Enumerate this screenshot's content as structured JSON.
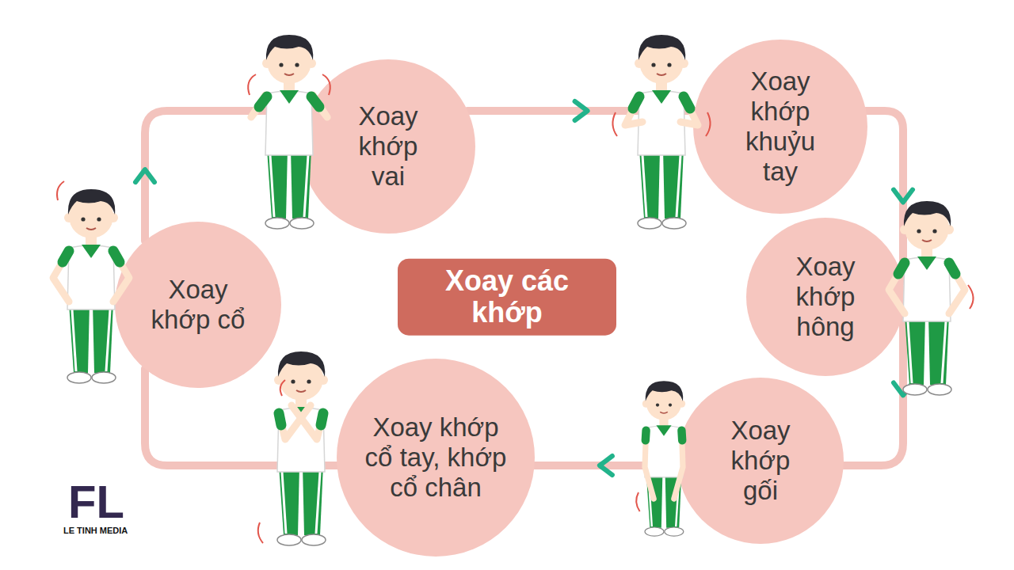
{
  "diagram": {
    "title": "Xoay các khớp",
    "nodes": [
      {
        "text": [
          "Xoay khớp vai"
        ]
      },
      {
        "text": [
          "Xoay khớp khuỷu tay"
        ]
      },
      {
        "text": [
          "Xoay khớp hông"
        ]
      },
      {
        "text": [
          "Xoay khớp gối"
        ]
      },
      {
        "text": [
          "Xoay khớp cổ tay, khớp cổ chân"
        ]
      },
      {
        "text": [
          "Xoay khớp cổ"
        ]
      }
    ],
    "edges": [
      {
        "from": 0,
        "to": 1,
        "arrow": "to"
      },
      {
        "from": 1,
        "to": 2,
        "arrow": "to"
      },
      {
        "from": 2,
        "to": 3,
        "arrow": "to"
      },
      {
        "from": 3,
        "to": 4,
        "arrow": "to"
      },
      {
        "from": 4,
        "to": 5,
        "arrow": "none"
      },
      {
        "from": 5,
        "to": 0,
        "arrow": "to"
      }
    ],
    "labels": [
      "FL",
      "LE TINH MEDIA"
    ]
  }
}
